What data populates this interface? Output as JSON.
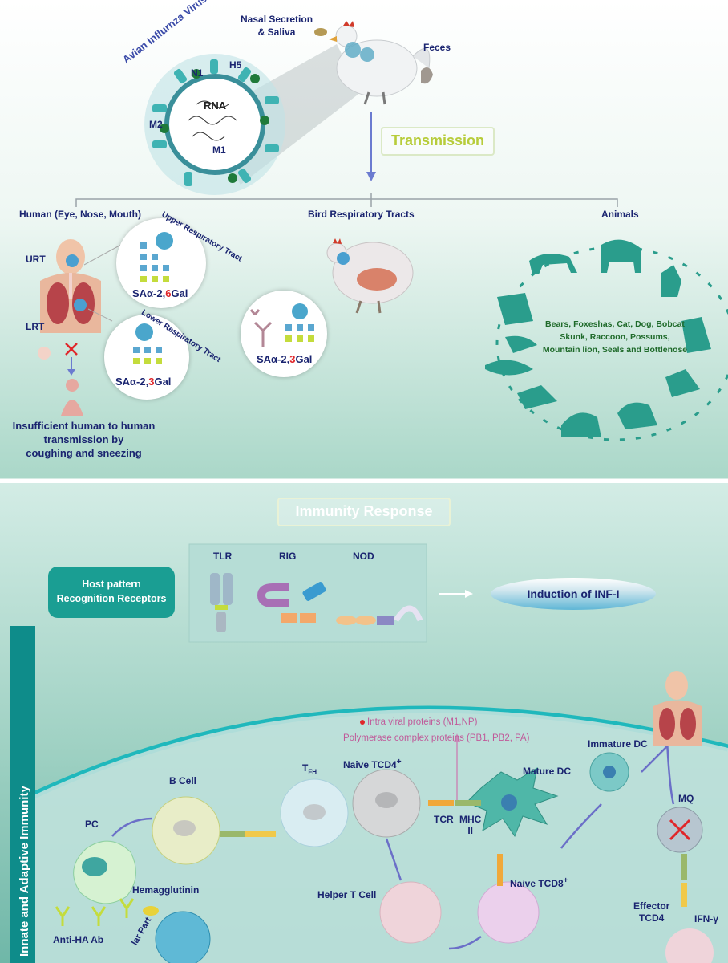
{
  "top": {
    "virus_title": "Avian Influrnza Virus",
    "virus_labels": {
      "n1": "N1",
      "h5": "H5",
      "rna": "RNA",
      "m2": "M2",
      "m1": "M1"
    },
    "nasal_label": "Nasal Secretion\n& Saliva",
    "feces_label": "Feces",
    "transmission_label": "Transmission",
    "branches": {
      "human": "Human (Eye, Nose, Mouth)",
      "bird": "Bird Respiratory Tracts",
      "animals": "Animals"
    },
    "human": {
      "urt": "URT",
      "lrt": "LRT",
      "upper_tract": "Upper Respiratory Tract",
      "lower_tract": "Lower Respiratory Tract",
      "receptor_upper_prefix": "SAα-2,",
      "receptor_upper_num": "6",
      "receptor_upper_suffix": "Gal",
      "receptor_lower_prefix": "SAα-2,",
      "receptor_lower_num": "3",
      "receptor_lower_suffix": "Gal",
      "insufficient": "Insufficient human to human\ntransmission by\ncoughing and sneezing"
    },
    "bird": {
      "receptor_prefix": "SAα-2,",
      "receptor_num": "3",
      "receptor_suffix": "Gal"
    },
    "animals_list": "Bears, Foxeshas, Cat, Dog, Bobcat\nSkunk, Raccoon, Possums,\nMountain lion, Seals and Bottlenose"
  },
  "bottom": {
    "immunity_title": "Immunity Response",
    "host_pattern": "Host pattern\nRecognition Receptors",
    "receptors": {
      "tlr": "TLR",
      "rig": "RIG",
      "nod": "NOD"
    },
    "induction": "Induction of INF-I",
    "side_label": "Innate and Adaptive Immunity",
    "intra_viral": "Intra viral proteins (M1,NP)",
    "polymerase": "Polymerase complex proteins (PB1, PB2, PA)",
    "cells": {
      "immature_dc": "Immature DC",
      "mature_dc": "Mature DC",
      "naive_tcd4": "Naive TCD4",
      "tfh": "T",
      "tfh_sub": "FH",
      "b_cell": "B Cell",
      "pc": "PC",
      "mq": "MQ",
      "tcr": "TCR",
      "mhc": "MHC\nII",
      "helper_t": "Helper T Cell",
      "naive_tcd8": "Naive TCD8",
      "effector_tcd4": "Effector\nTCD4",
      "ifn": "IFN-γ",
      "hemagglutinin": "Hemagglutinin",
      "anti_ha": "Anti-HA Ab",
      "lar_part": "lar Part"
    },
    "sup_plus": "+"
  },
  "colors": {
    "navy": "#1a2470",
    "teal": "#2a9b8a",
    "animal": "#2a9d8c",
    "red": "#e0262a",
    "lime": "#c4dc3c"
  }
}
